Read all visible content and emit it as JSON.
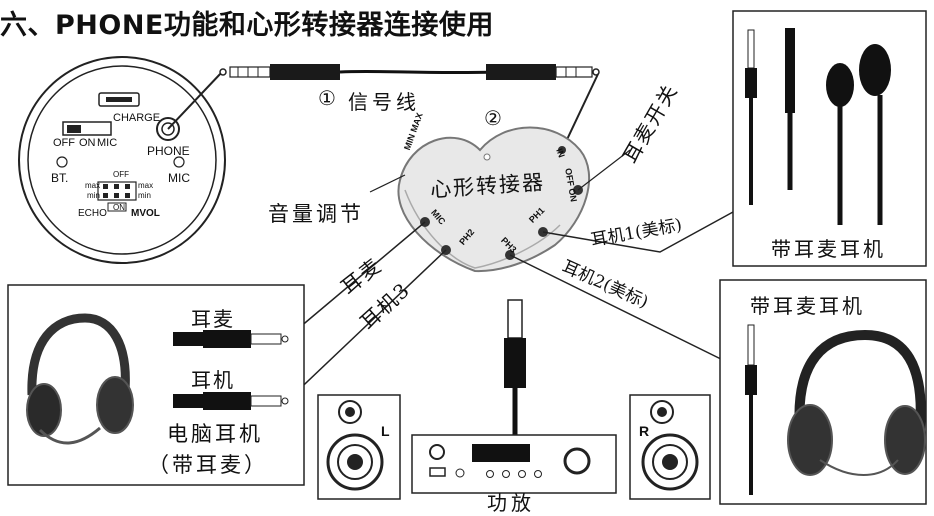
{
  "title": "六、PHONE功能和心形转接器连接使用",
  "device": {
    "charge": "CHARGE",
    "phone": "PHONE",
    "off": "OFF",
    "on": "ON",
    "mic_switch": "MIC",
    "bt": "BT.",
    "mic": "MIC",
    "knob_off": "OFF",
    "max1": "max",
    "min1": "min",
    "max2": "max",
    "min2": "min",
    "echo": "ECHO",
    "on2": "ON",
    "mvol": "MVOL"
  },
  "cable": {
    "num": "①",
    "label": "信号线"
  },
  "adapter": {
    "num": "②",
    "label": "心形转接器",
    "minmax": "MIN MAX",
    "in": "IN",
    "offon": "OFF ON",
    "mic": "MIC",
    "ph1": "PH1",
    "ph2": "PH2",
    "ph3": "PH3"
  },
  "labels": {
    "volume": "音量调节",
    "switch": "耳麦开关",
    "ear_mic": "耳麦",
    "headphone3": "耳机3",
    "headphone1": "耳机1(美标)",
    "headphone2": "耳机2(美标)"
  },
  "pc_box": {
    "ear_mic": "耳麦",
    "headphone": "耳机",
    "caption1": "电脑耳机",
    "caption2": "（带耳麦）"
  },
  "earphone_box": {
    "caption": "带耳麦耳机"
  },
  "headset_box": {
    "caption": "带耳麦耳机"
  },
  "amp": {
    "caption": "功放",
    "left": "L",
    "right": "R"
  }
}
